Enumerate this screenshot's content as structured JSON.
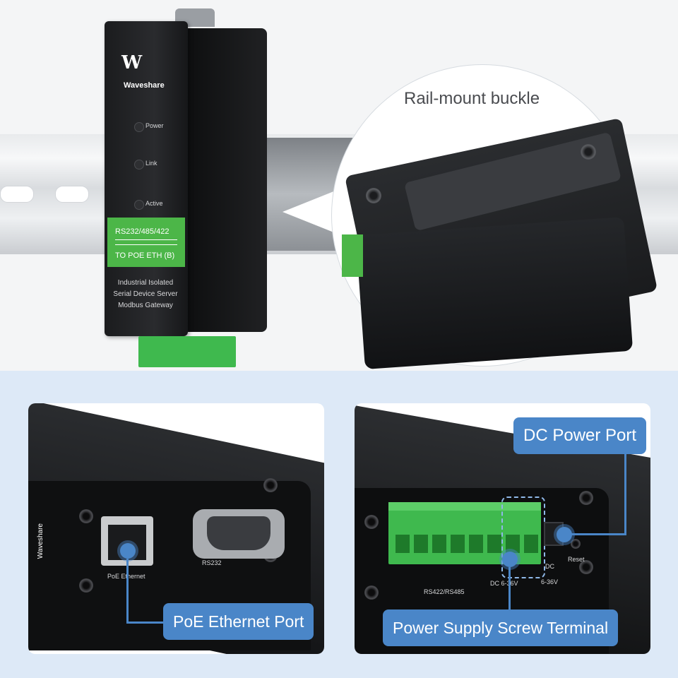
{
  "top": {
    "device": {
      "brand": "Waveshare",
      "logo_mark": "W",
      "leds": [
        "Power",
        "Link",
        "Active"
      ],
      "band_line1": "RS232/485/422",
      "band_line2": "TO POE ETH (B)",
      "description": [
        "Industrial Isolated",
        "Serial Device Server",
        "Modbus Gateway"
      ]
    },
    "zoom_label": "Rail-mount buckle"
  },
  "left_card": {
    "side_brand": "Waveshare",
    "port1_caption": "PoE Ethernet",
    "port2_caption": "RS232",
    "tag": "PoE Ethernet Port"
  },
  "right_card": {
    "terminal_caption": "RS422/RS485",
    "dc_caption": "DC 6-36V",
    "dc_jack_caption": "DC",
    "reset_caption": "Reset",
    "voltage_caption": "6-36V",
    "tag_top": "DC Power Port",
    "tag_bottom": "Power Supply Screw Terminal"
  },
  "colors": {
    "accent": "#4a86c8",
    "bottom_bg": "#dde9f7",
    "terminal_green": "#3fb94e"
  }
}
